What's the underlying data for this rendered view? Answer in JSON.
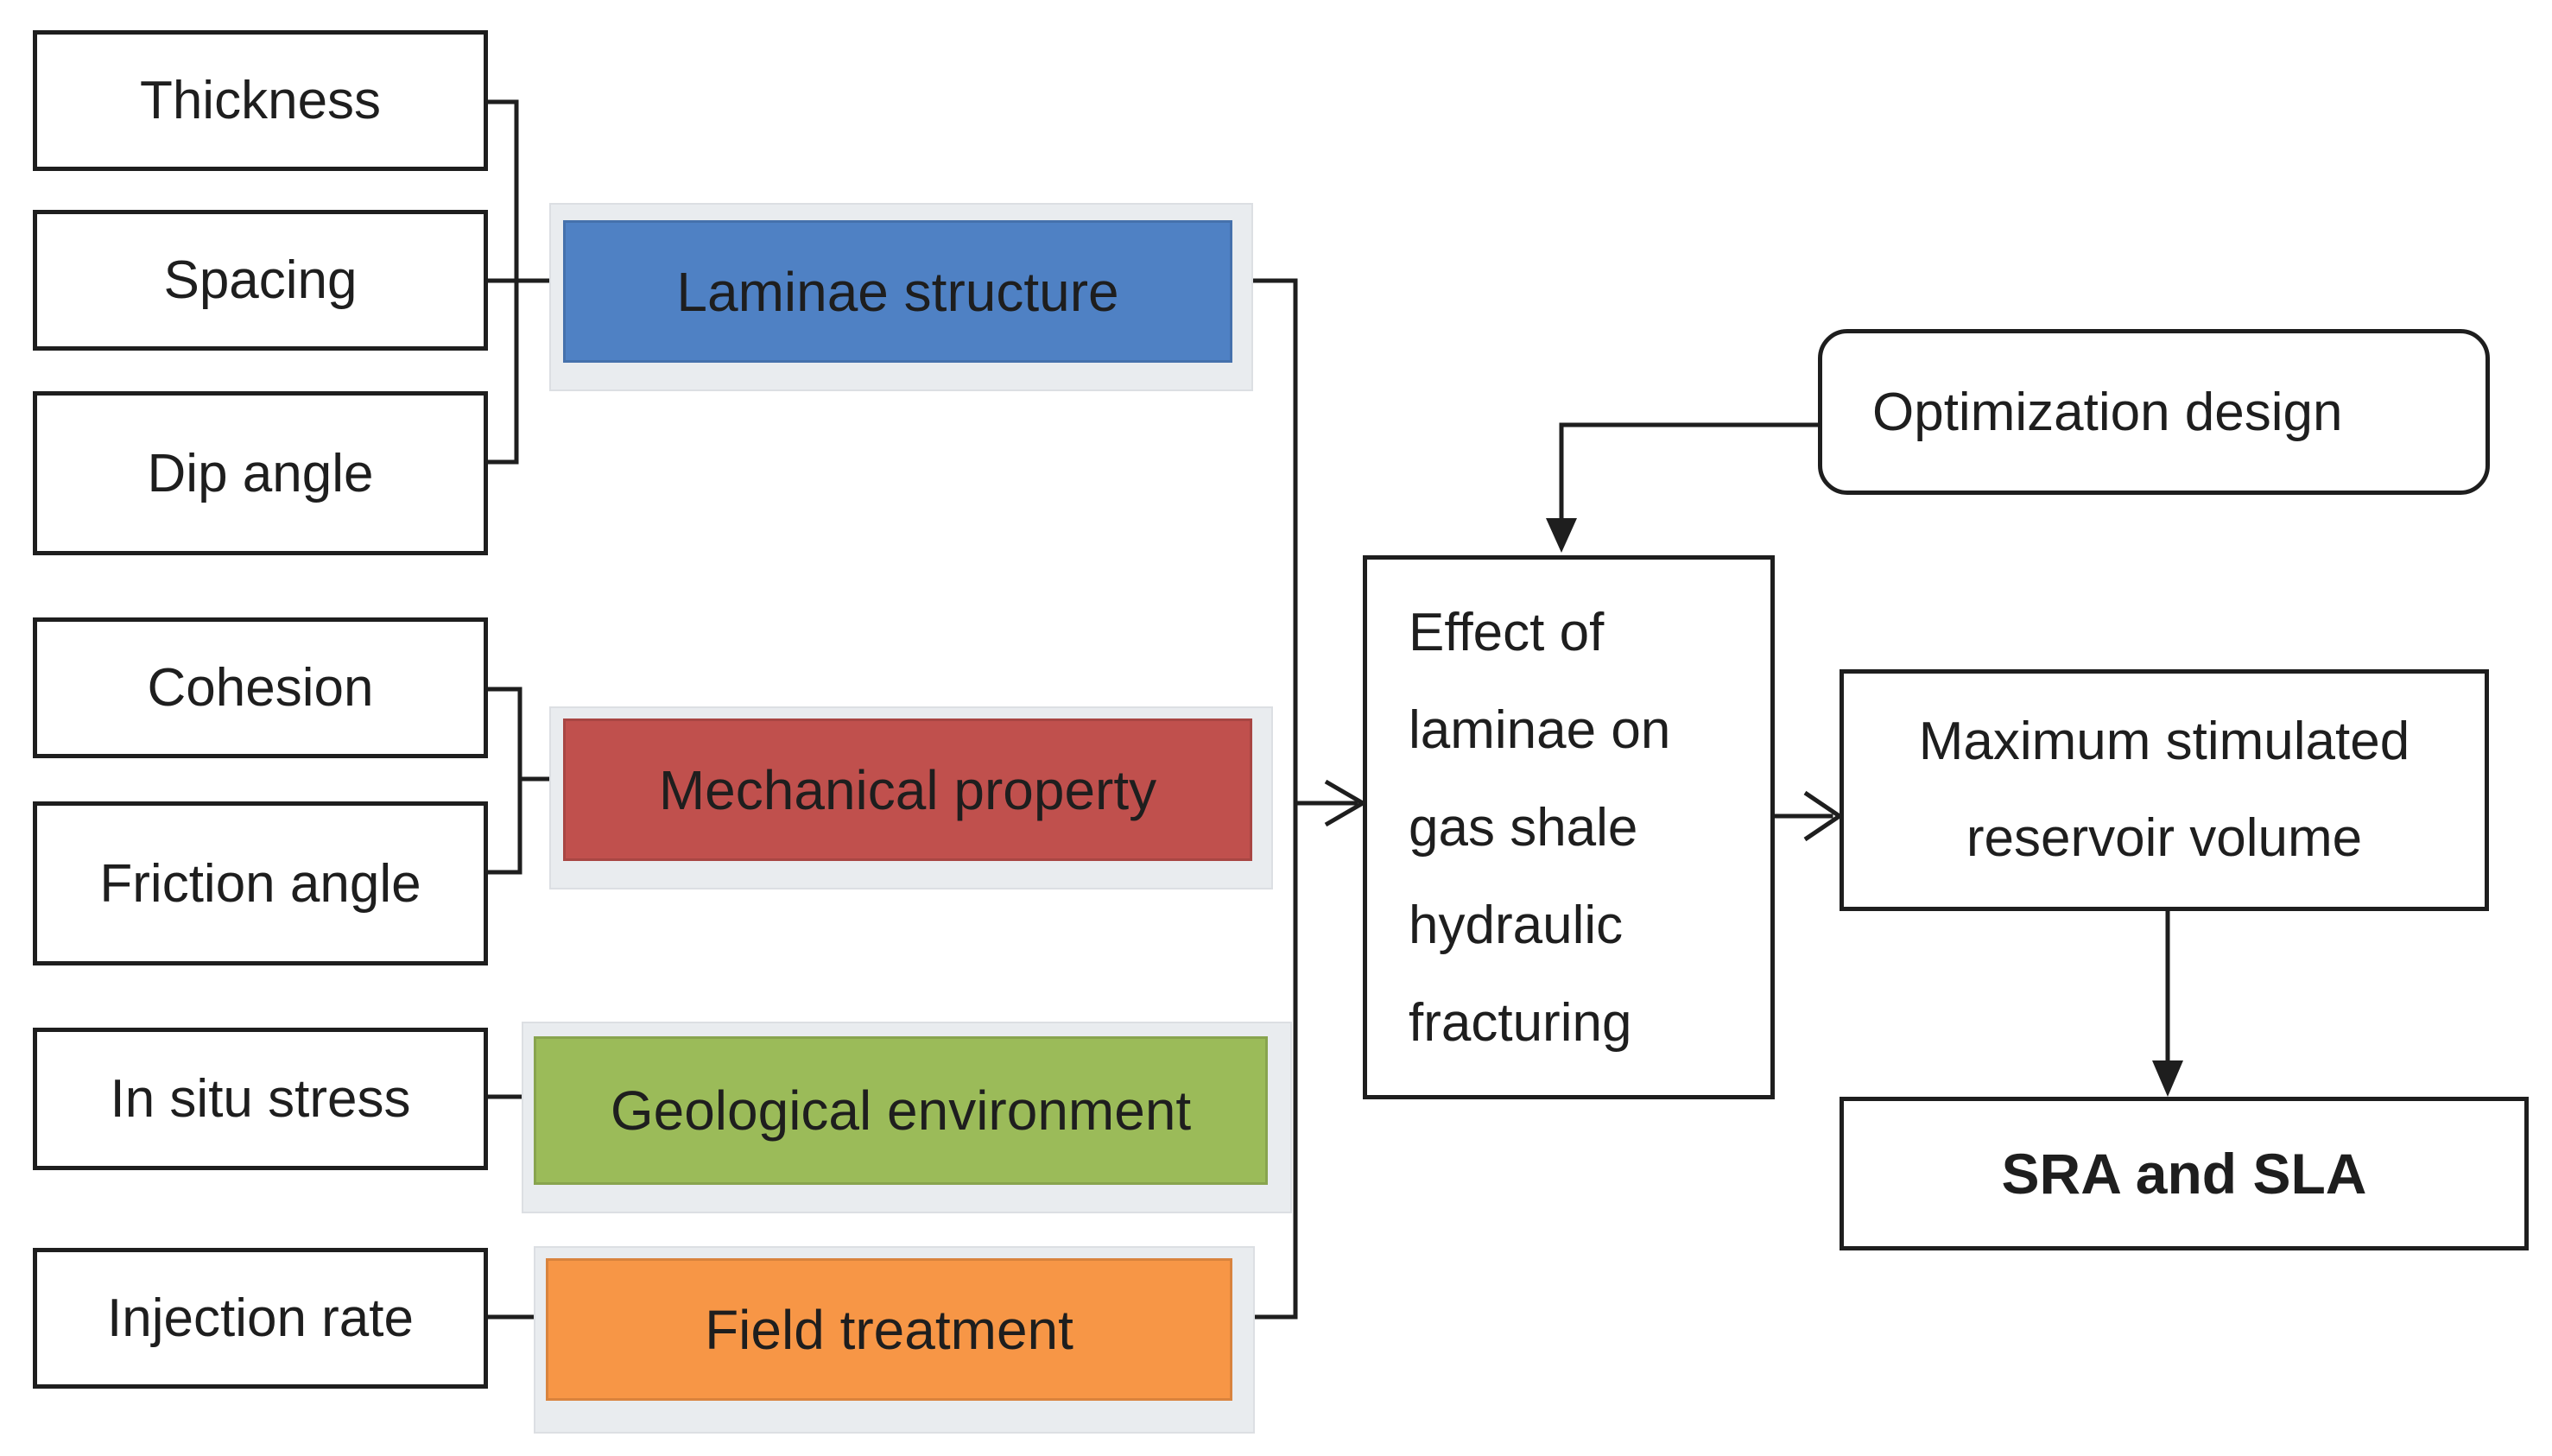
{
  "diagram": {
    "parameters": {
      "thickness": "Thickness",
      "spacing": "Spacing",
      "dip_angle": "Dip angle",
      "cohesion": "Cohesion",
      "friction_angle": "Friction angle",
      "in_situ_stress": "In situ stress",
      "injection_rate": "Injection rate"
    },
    "categories": {
      "laminae_structure": "Laminae structure",
      "mechanical_property": "Mechanical property",
      "geological_environment": "Geological environment",
      "field_treatment": "Field treatment"
    },
    "center": {
      "lines": [
        "Effect of",
        "laminae on",
        "gas shale",
        "hydraulic",
        "fracturing"
      ]
    },
    "optimization_design": "Optimization design",
    "max_srv": {
      "lines": [
        "Maximum stimulated",
        "reservoir volume"
      ]
    },
    "result": "SRA and SLA"
  },
  "colors": {
    "laminae_structure": "#4f81c4",
    "mechanical_property": "#c0504d",
    "geological_environment": "#9bbb59",
    "field_treatment": "#f79646",
    "line": "#1e1e1e"
  }
}
